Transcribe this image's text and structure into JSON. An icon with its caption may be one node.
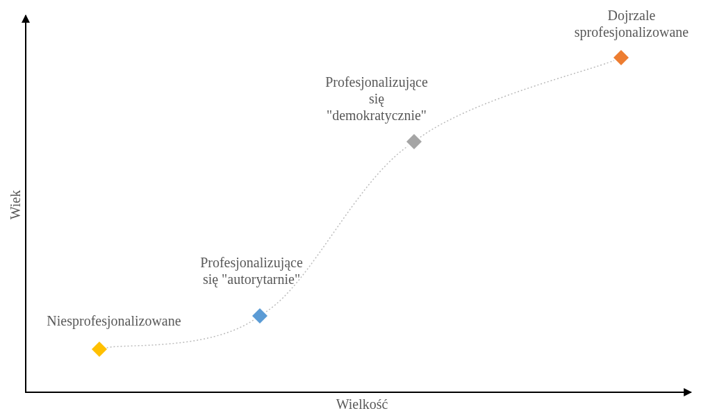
{
  "diagram": {
    "nodes": [
      {
        "text": [
          "Niesprofesjonalizowane"
        ]
      },
      {
        "text": [
          "Profesjonalizujące się \"autorytarnie\""
        ]
      },
      {
        "text": [
          "Profesjonalizujące się \"demokratycznie\""
        ]
      },
      {
        "text": [
          "Dojrzale sprofesjonalizowane"
        ]
      }
    ],
    "edges": [
      {
        "from": 0,
        "to": 1,
        "arrow": "none",
        "style": "dashed"
      },
      {
        "from": 1,
        "to": 2,
        "arrow": "none",
        "style": "dashed"
      },
      {
        "from": 2,
        "to": 3,
        "arrow": "none",
        "style": "dashed"
      }
    ],
    "labels": [
      "Wiek",
      "Wielkość"
    ]
  }
}
